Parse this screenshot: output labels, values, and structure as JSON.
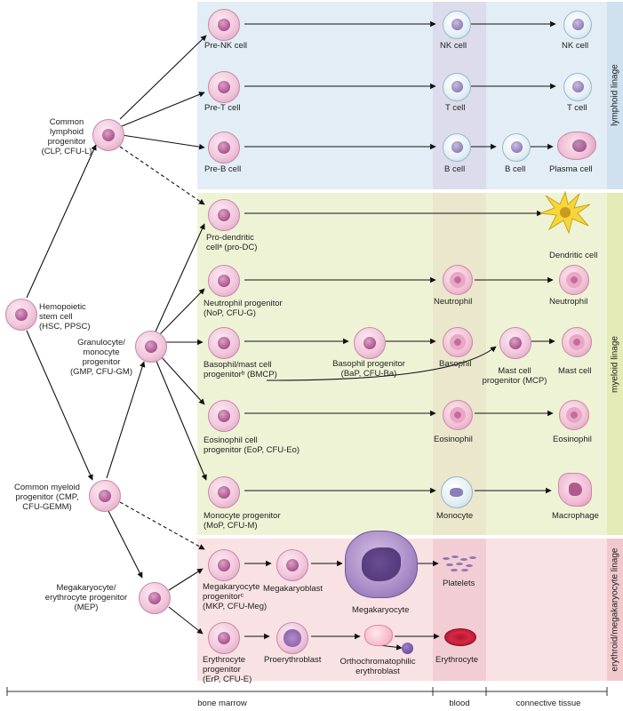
{
  "labels": {
    "hsc": "Hemopoietic\nstem cell\n(HSC, PPSC)",
    "clp": "Common\nlymphoid\nprogenitor\n(CLP, CFU-L)",
    "cmp": "Common myeloid\nprogenitor (CMP,\nCFU-GEMM)",
    "gmp": "Granulocyte/\nmonocyte\nprogenitor\n(GMP, CFU-GM)",
    "mep": "Megakaryocyte/\nerythrocyte progenitor\n(MEP)",
    "pre_nk": "Pre-NK cell",
    "pre_t": "Pre-T cell",
    "pre_b": "Pre-B cell",
    "nk_blood": "NK cell",
    "t_blood": "T cell",
    "b_blood": "B cell",
    "nk_ct": "NK cell",
    "t_ct": "T cell",
    "b_ct": "B cell",
    "plasma": "Plasma cell",
    "pro_dc": "Pro-dendritic\ncellᵃ (pro-DC)",
    "dendritic": "Dendritic cell",
    "nop": "Neutrophil progenitor\n(NoP, CFU-G)",
    "neutrophil_blood": "Neutrophil",
    "neutrophil_ct": "Neutrophil",
    "bmcp": "Basophil/mast cell\nprogenitorᵇ (BMCP)",
    "bap": "Basophil progenitor\n(BaP, CFU-Ba)",
    "basophil": "Basophil",
    "mcp": "Mast cell\nprogenitor (MCP)",
    "mast": "Mast cell",
    "eop": "Eosinophil cell\nprogenitor (EoP, CFU-Eo)",
    "eosinophil_blood": "Eosinophil",
    "eosinophil_ct": "Eosinophil",
    "mop": "Monocyte progenitor\n(MoP, CFU-M)",
    "monocyte": "Monocyte",
    "macrophage": "Macrophage",
    "mkp": "Megakaryocyte\nprogenitorᶜ\n(MKP, CFU-Meg)",
    "megakaryoblast": "Megakaryoblast",
    "megakaryocyte": "Megakaryocyte",
    "platelets": "Platelets",
    "erp": "Erythrocyte\nprogenitor\n(ErP, CFU-E)",
    "proerythroblast": "Proerythroblast",
    "ortho": "Orthochromatophilic\nerythroblast",
    "erythrocyte": "Erythrocyte"
  },
  "lineages": {
    "lymphoid": "lymphoid linage",
    "myeloid": "myeloid linage",
    "erythroid": "erythroid/megakaryocyte linage"
  },
  "regions": {
    "bone_marrow": "bone marrow",
    "blood": "blood",
    "connective_tissue": "connective tissue"
  },
  "colors": {
    "lymphoid_bg": "#e2edf6",
    "myeloid_bg": "#eff3d6",
    "erythroid_bg": "#f8e2e3",
    "blood_tint": "#e9d6e0",
    "lymphoid_strip": "#cfe0ef",
    "myeloid_strip": "#e4ebb6",
    "erythroid_strip": "#f1c9cc"
  }
}
